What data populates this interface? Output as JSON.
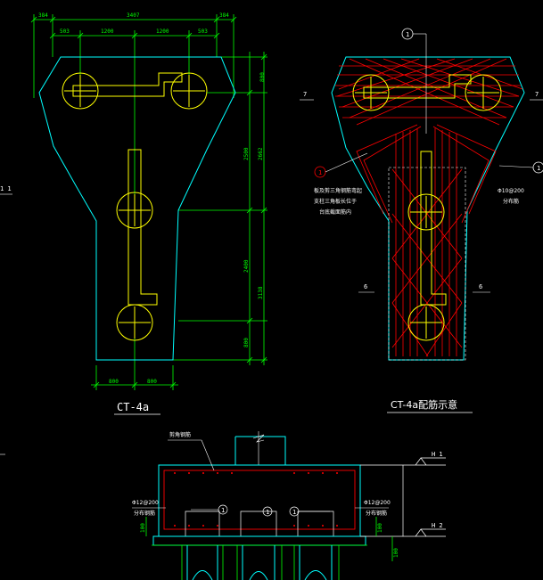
{
  "colors": {
    "background": "#000000",
    "outline": "#00ffff",
    "dimension": "#00ff00",
    "column": "#ffff00",
    "rebar": "#ff0000",
    "text": "#ffffff"
  },
  "plan": {
    "top_dims": [
      "384",
      "3407",
      "384"
    ],
    "sub_dims": [
      "503",
      "1200",
      "1200",
      "503"
    ],
    "right_dims_inner": [
      "800",
      "2500",
      "2400",
      "800"
    ],
    "right_dims_outer": [
      "2662",
      "3138"
    ],
    "bottom_dims": [
      "800",
      "800"
    ],
    "title": "CT-4a"
  },
  "rebar_plan": {
    "title": "CT-4a配筋示意",
    "marks": [
      "1",
      "1",
      "1"
    ],
    "section_labels": [
      "7",
      "7",
      "6",
      "6"
    ],
    "note_lines": [
      "板及剪三角钢筋弯起",
      "支柱三角板长位于",
      "台底截面筋内"
    ],
    "spec_line1": "Φ10@200",
    "spec_line2": "分布筋"
  },
  "left_mark": "1 1",
  "section": {
    "label_top": "剪角钢筋",
    "left_spec1": "Φ12@200",
    "left_spec2": "分布钢筋",
    "right_spec1": "Φ12@200",
    "right_spec2": "分布钢筋",
    "marks": [
      "1",
      "1",
      "1"
    ],
    "level_top": "H 1",
    "level_bottom": "H 2",
    "side_dims": [
      "100",
      "100"
    ],
    "bottom_dim": "100"
  }
}
